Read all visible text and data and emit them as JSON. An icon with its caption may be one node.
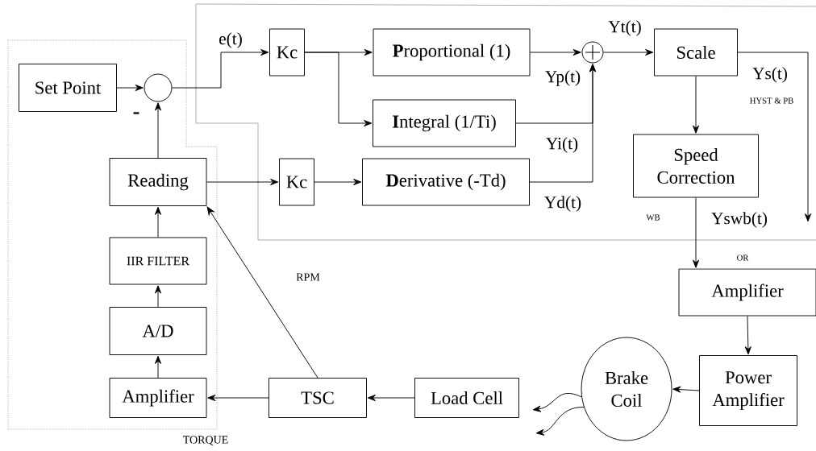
{
  "diagram": {
    "nodes": [
      {
        "text": [
          "Set Point"
        ]
      },
      {
        "text": [],
        "shape": "circle"
      },
      {
        "text": [
          "Kc"
        ]
      },
      {
        "text": [
          "**P**roportional (1)"
        ]
      },
      {
        "text": [
          "**I**ntegral (1/Ti)"
        ]
      },
      {
        "text": [
          "Kc"
        ]
      },
      {
        "text": [
          "**D**erivative (-Td)"
        ]
      },
      {
        "text": [
          "Reading"
        ]
      },
      {
        "text": [
          "IIR FILTER"
        ]
      },
      {
        "text": [
          "A/D"
        ]
      },
      {
        "text": [
          "Amplifier"
        ]
      },
      {
        "text": [
          "TSC"
        ]
      },
      {
        "text": [
          "Load Cell"
        ]
      },
      {
        "text": [
          "Brake Coil"
        ]
      },
      {
        "text": [
          "Power Amplifier"
        ]
      },
      {
        "text": [
          "Amplifier"
        ]
      },
      {
        "text": [],
        "shape": "circle"
      },
      {
        "text": [
          "Scale"
        ]
      },
      {
        "text": [
          "Speed Correction"
        ]
      }
    ],
    "edges": [
      {
        "from": 0,
        "to": 1,
        "arrow": "to"
      },
      {
        "from": 1,
        "to": 2,
        "arrow": "to"
      },
      {
        "from": 2,
        "to": 3,
        "arrow": "to"
      },
      {
        "from": 2,
        "to": 4,
        "arrow": "to"
      },
      {
        "from": 3,
        "to": 16,
        "arrow": "to"
      },
      {
        "from": 4,
        "to": 16,
        "arrow": "to"
      },
      {
        "from": 6,
        "to": 16,
        "arrow": "to"
      },
      {
        "from": 5,
        "to": 6,
        "arrow": "to"
      },
      {
        "from": 7,
        "to": 5,
        "arrow": "to"
      },
      {
        "from": 7,
        "to": 1,
        "arrow": "to"
      },
      {
        "from": 8,
        "to": 7,
        "arrow": "to"
      },
      {
        "from": 9,
        "to": 8,
        "arrow": "to"
      },
      {
        "from": 10,
        "to": 9,
        "arrow": "to"
      },
      {
        "from": 11,
        "to": 10,
        "arrow": "to"
      },
      {
        "from": 12,
        "to": 11,
        "arrow": "to"
      },
      {
        "from": 11,
        "to": 7,
        "arrow": "to"
      },
      {
        "from": 14,
        "to": 13,
        "arrow": "to"
      },
      {
        "from": 15,
        "to": 14,
        "arrow": "to"
      },
      {
        "from": 18,
        "to": 15,
        "arrow": "to"
      },
      {
        "from": 17,
        "to": 18,
        "arrow": "to"
      },
      {
        "from": 16,
        "to": 17,
        "arrow": "to"
      },
      {
        "from": 17,
        "to": null,
        "arrow": "to"
      },
      {
        "from": 13,
        "to": null,
        "arrow": "to"
      },
      {
        "from": 13,
        "to": null,
        "arrow": "to"
      }
    ],
    "labels": [
      "e(t)",
      "-",
      "Yt(t)",
      "Yp(t)",
      "Ys(t)",
      "HYST & PB",
      "Yi(t)",
      "Yd(t)",
      "WB",
      "Yswb(t)",
      "OR",
      "RPM",
      "TORQUE"
    ]
  }
}
